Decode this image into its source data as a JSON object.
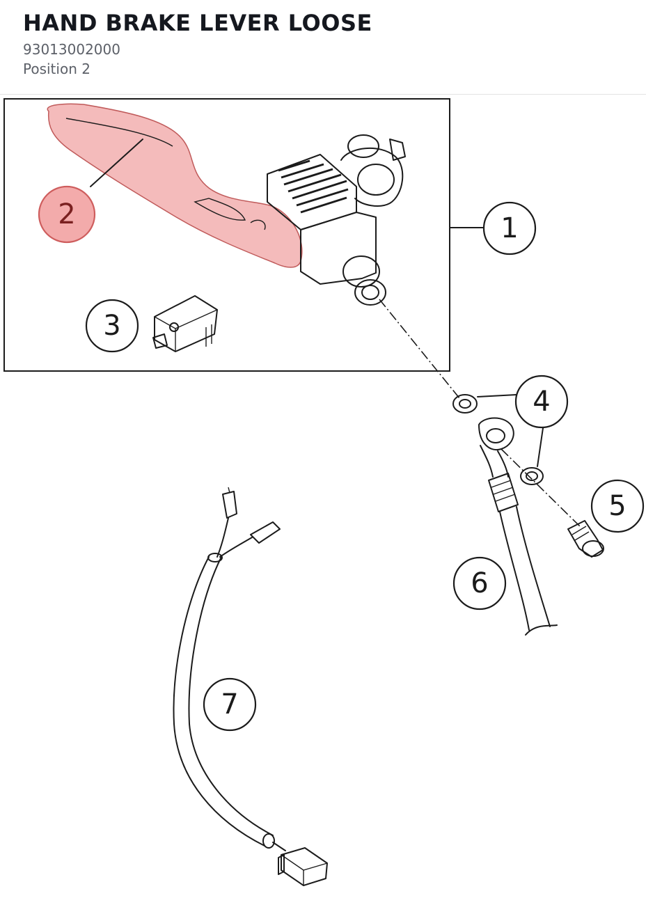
{
  "header": {
    "title": "HAND BRAKE LEVER LOOSE",
    "part_number": "93013002000",
    "position": "Position 2"
  },
  "diagram": {
    "selected_callout": "2",
    "highlight_color": "#e8808080",
    "callouts": [
      {
        "id": "callout-1",
        "label": "1"
      },
      {
        "id": "callout-2",
        "label": "2"
      },
      {
        "id": "callout-3",
        "label": "3"
      },
      {
        "id": "callout-4",
        "label": "4"
      },
      {
        "id": "callout-5",
        "label": "5"
      },
      {
        "id": "callout-6",
        "label": "6"
      },
      {
        "id": "callout-7",
        "label": "7"
      }
    ]
  }
}
